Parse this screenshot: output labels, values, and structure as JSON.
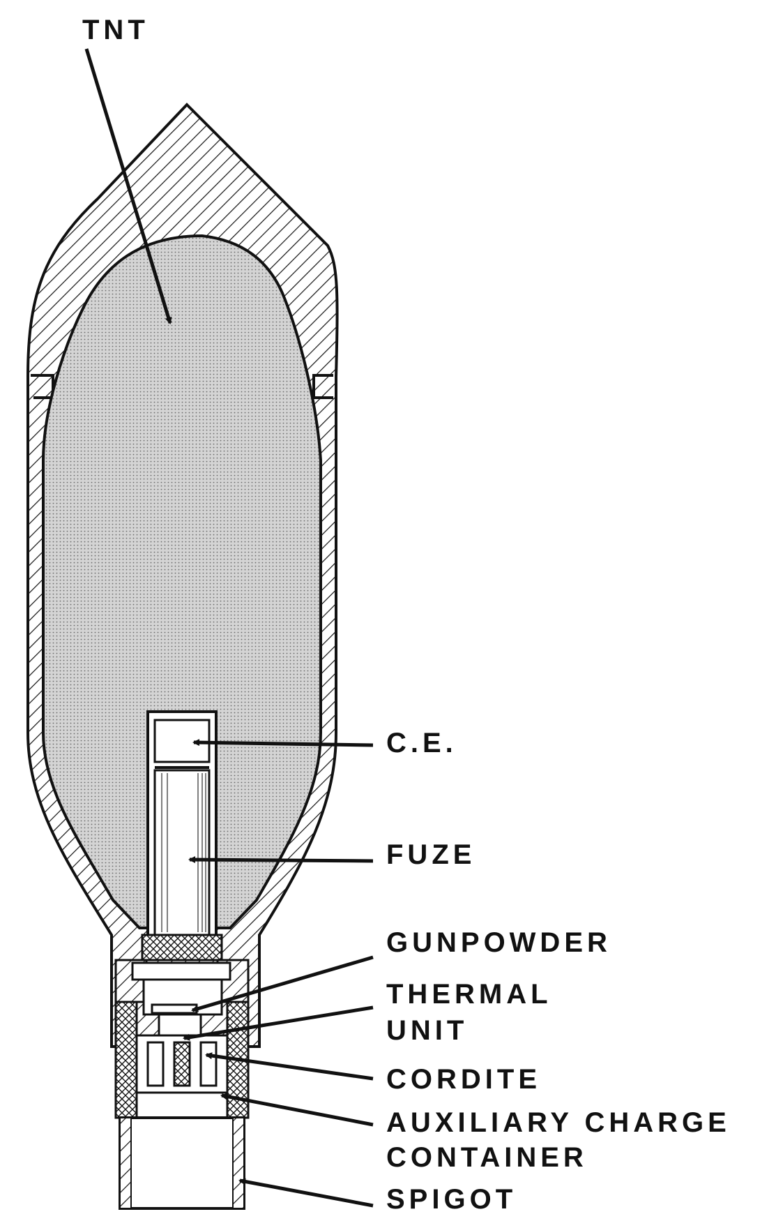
{
  "diagram": {
    "labels": {
      "tnt": "TNT",
      "ce": "C.E.",
      "fuze": "FUZE",
      "gunpowder": "GUNPOWDER",
      "thermal_line1": "THERMAL",
      "thermal_line2": "UNIT",
      "cordite": "CORDITE",
      "auxiliary_line1": "AUXILIARY CHARGE",
      "auxiliary_line2": "CONTAINER",
      "spigot": "SPIGOT"
    },
    "colors": {
      "ink": "#111111",
      "explosive_fill": "#dcdcdc",
      "background": "#ffffff"
    }
  }
}
